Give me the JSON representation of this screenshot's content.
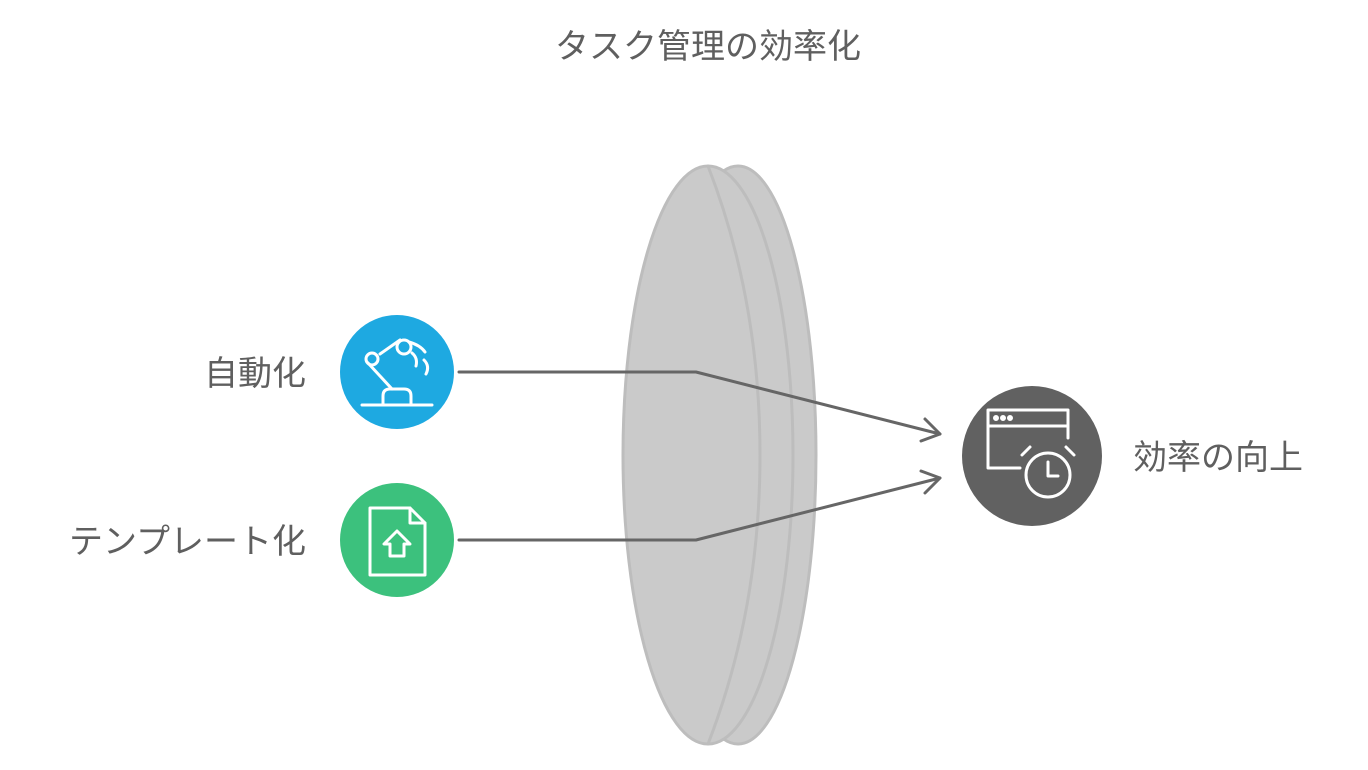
{
  "title": "タスク管理の効率化",
  "inputs": [
    {
      "label": "自動化",
      "icon": "robot-arm-icon",
      "color": "#1ea9e1"
    },
    {
      "label": "テンプレート化",
      "icon": "document-template-icon",
      "color": "#3cc17d"
    }
  ],
  "lens": {
    "fill": "#cacaca",
    "edge": "#bdbdbd"
  },
  "output": {
    "label": "効率の向上",
    "icon": "browser-alarm-clock-icon",
    "color": "#616161"
  },
  "connector_color": "#666666"
}
